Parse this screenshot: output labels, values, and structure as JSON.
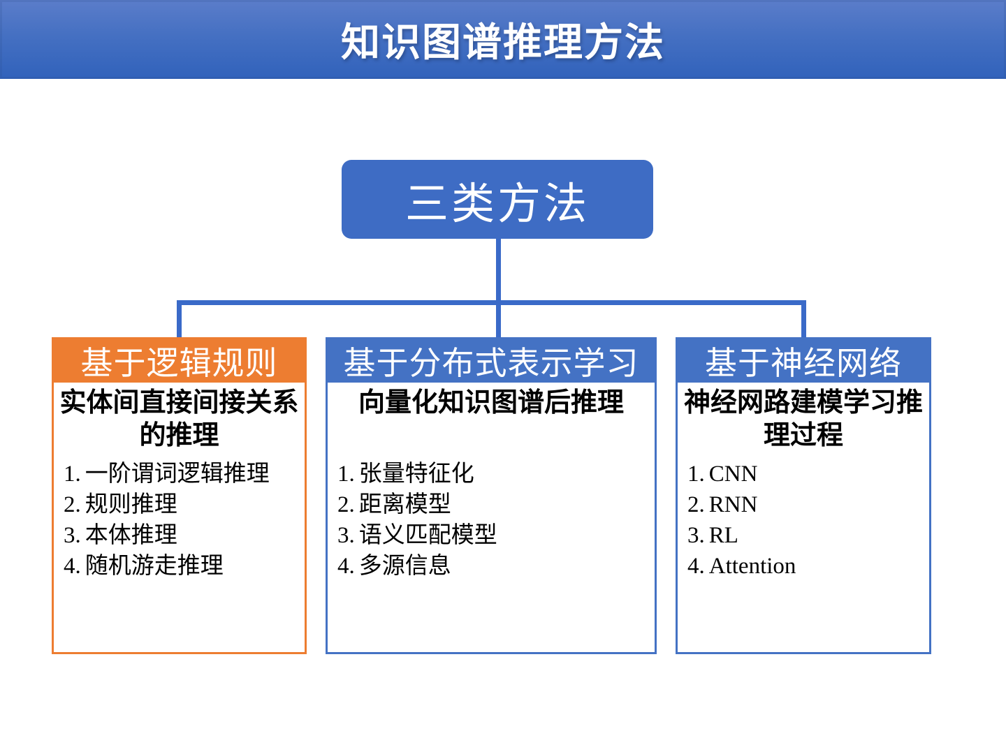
{
  "banner": {
    "title": "知识图谱推理方法"
  },
  "root": {
    "label": "三类方法"
  },
  "columns": [
    {
      "header": "基于逻辑规则",
      "subtitle": "实体间直接间接关系的推理",
      "accent": "#ED7D31",
      "items": [
        {
          "num": "1.",
          "label": "一阶谓词逻辑推理"
        },
        {
          "num": "2.",
          "label": "规则推理"
        },
        {
          "num": "3.",
          "label": "本体推理"
        },
        {
          "num": "4.",
          "label": "随机游走推理"
        }
      ]
    },
    {
      "header": "基于分布式表示学习",
      "subtitle": "向量化知识图谱后推理",
      "accent": "#4472C4",
      "items": [
        {
          "num": "1.",
          "label": "张量特征化"
        },
        {
          "num": "2.",
          "label": "距离模型"
        },
        {
          "num": "3.",
          "label": "语义匹配模型"
        },
        {
          "num": "4.",
          "label": "多源信息"
        }
      ]
    },
    {
      "header": "基于神经网络",
      "subtitle": "神经网路建模学习推理过程",
      "accent": "#4472C4",
      "items": [
        {
          "num": "1.",
          "label": "CNN"
        },
        {
          "num": "2.",
          "label": "RNN"
        },
        {
          "num": "3.",
          "label": "RL"
        },
        {
          "num": "4.",
          "label": "Attention"
        }
      ]
    }
  ],
  "colors": {
    "banner_top": "#5B7DCA",
    "banner_bottom": "#3162BB",
    "accent_orange": "#ED7D31",
    "accent_blue": "#4472C4",
    "root_fill": "#3E6CC4",
    "connector": "#3A6AC8",
    "body_text": "#000000",
    "header_text": "#FFFFFF"
  }
}
